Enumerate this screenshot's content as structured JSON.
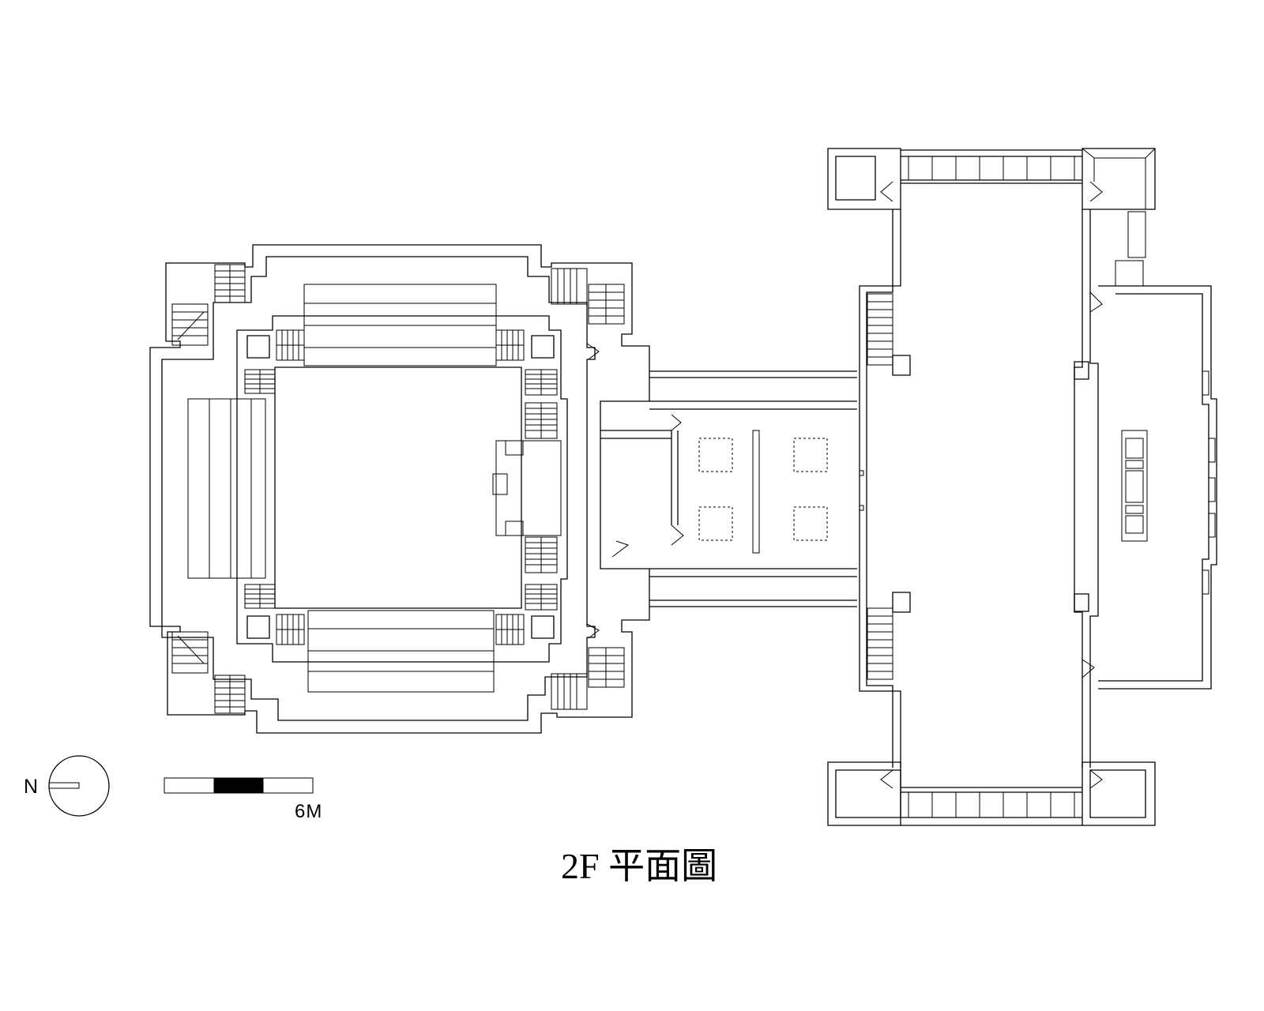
{
  "title": "2F 平面圖",
  "north_label": "N",
  "scale_label": "6M",
  "colors": {
    "ink": "#000000",
    "paper": "#ffffff"
  }
}
